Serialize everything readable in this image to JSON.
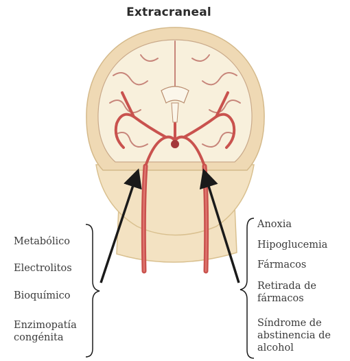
{
  "title": "Extracraneal",
  "left_causes": [
    {
      "text": "Metabólico"
    },
    {
      "text": "Electrolitos"
    },
    {
      "text": "Bioquímico"
    },
    {
      "text": "Enzimopatía congénita"
    }
  ],
  "right_causes": [
    {
      "text": "Anoxia"
    },
    {
      "text": "Hipoglucemia"
    },
    {
      "text": "Fármacos"
    },
    {
      "text": "Retirada de fármacos"
    },
    {
      "text": "Síndrome de abstinencia de alcohol"
    }
  ],
  "colors": {
    "skin": "#f3e2c2",
    "skin_outline": "#d9c08f",
    "brain": "#f8f0dc",
    "artery": "#c9524e",
    "artery_dark": "#a3383a",
    "arrow": "#1a1a1a"
  }
}
